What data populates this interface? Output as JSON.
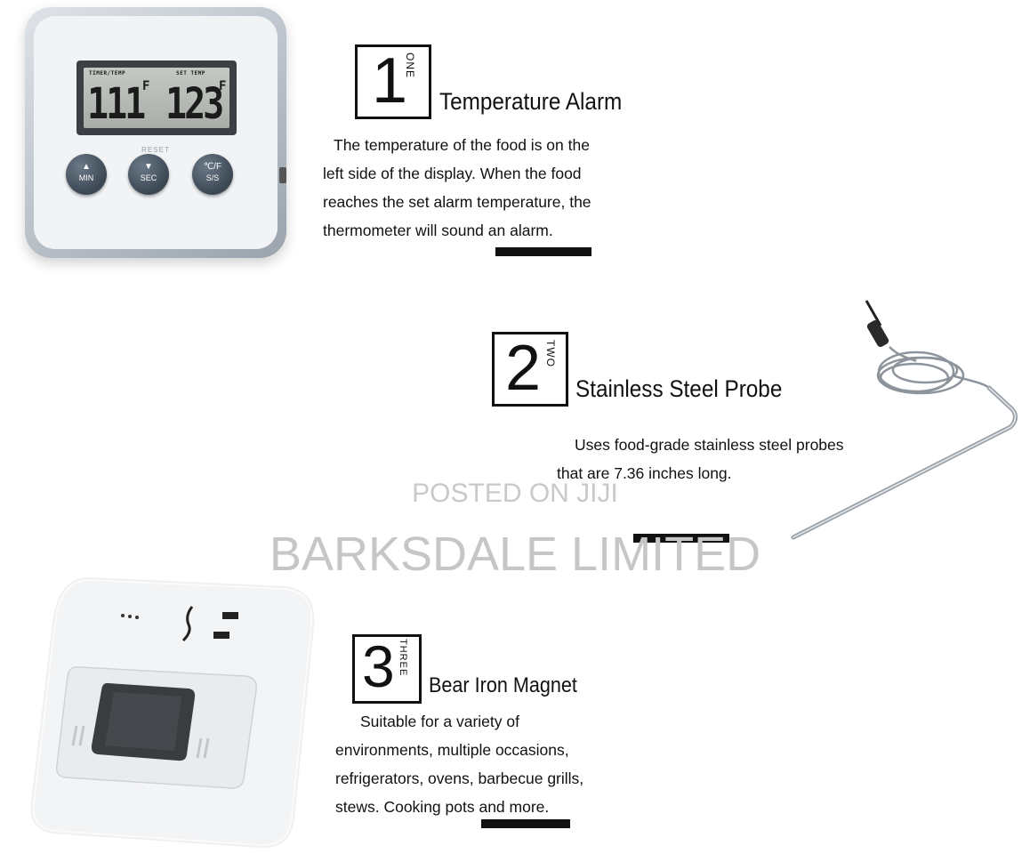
{
  "device": {
    "lcd_label_left": "TIMER/TEMP",
    "lcd_label_right": "SET TEMP",
    "lcd_value_left": "111",
    "lcd_value_right": "123",
    "lcd_unit": "F",
    "reset_label": "RESET",
    "buttons": [
      {
        "symbol": "▲",
        "label": "MIN"
      },
      {
        "symbol": "▼",
        "label": "SEC"
      },
      {
        "symbol": "℃/F",
        "label": "S/S"
      }
    ]
  },
  "sections": [
    {
      "digit": "1",
      "word": "ONE",
      "title": "Temperature Alarm",
      "lines": [
        "The temperature of the food is on the",
        "left side of the display. When the food",
        "reaches the set alarm temperature, the",
        "thermometer will sound an alarm."
      ]
    },
    {
      "digit": "2",
      "word": "TWO",
      "title": "Stainless Steel Probe",
      "lines": [
        "Uses food-grade stainless steel probes",
        "that are 7.36 inches long."
      ]
    },
    {
      "digit": "3",
      "word": "THREE",
      "title": "Bear Iron Magnet",
      "lines": [
        "Suitable for a variety of",
        "environments, multiple occasions,",
        "refrigerators, ovens, barbecue grills,",
        "stews. Cooking pots and more."
      ]
    }
  ],
  "watermark": {
    "line1": "POSTED ON JIJI",
    "line2": "BARKSDALE LIMITED"
  },
  "colors": {
    "text": "#111111",
    "watermark": "#c6c6c6",
    "device_body": "#b9c0c8",
    "button": "#3b4753"
  }
}
